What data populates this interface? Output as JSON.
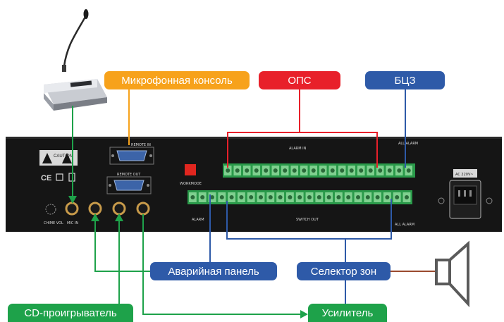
{
  "labels": {
    "mic_console": "Микрофонная консоль",
    "ops": "ОПС",
    "bcz": "БЦЗ",
    "emergency_panel": "Аварийная панель",
    "zone_selector": "Селектор зон",
    "cd_player": "CD-проигрыватель",
    "amplifier": "Усилитель"
  },
  "device_text": {
    "caution": "CAUTION",
    "remote_in": "REMOTE IN",
    "remote_out": "REMOTE OUT",
    "alarm_in": "ALARM IN",
    "all_alarm": "ALL ALARM",
    "alarm_out": "ALARM",
    "switch_out": "SWITCH OUT",
    "all_alarm_out": "ALL ALARM",
    "workmode": "WORKMODE",
    "chime_vol": "CHIME VOL",
    "mic_in": "MIC IN",
    "ce_mark": "CE",
    "power_rating": "AC 220V~"
  },
  "colors": {
    "orange": "#f7a21b",
    "red": "#e8202a",
    "blue": "#2e5aa8",
    "green": "#1ea24a",
    "speaker_line": "#9a4a2e",
    "panel": "#151515"
  }
}
